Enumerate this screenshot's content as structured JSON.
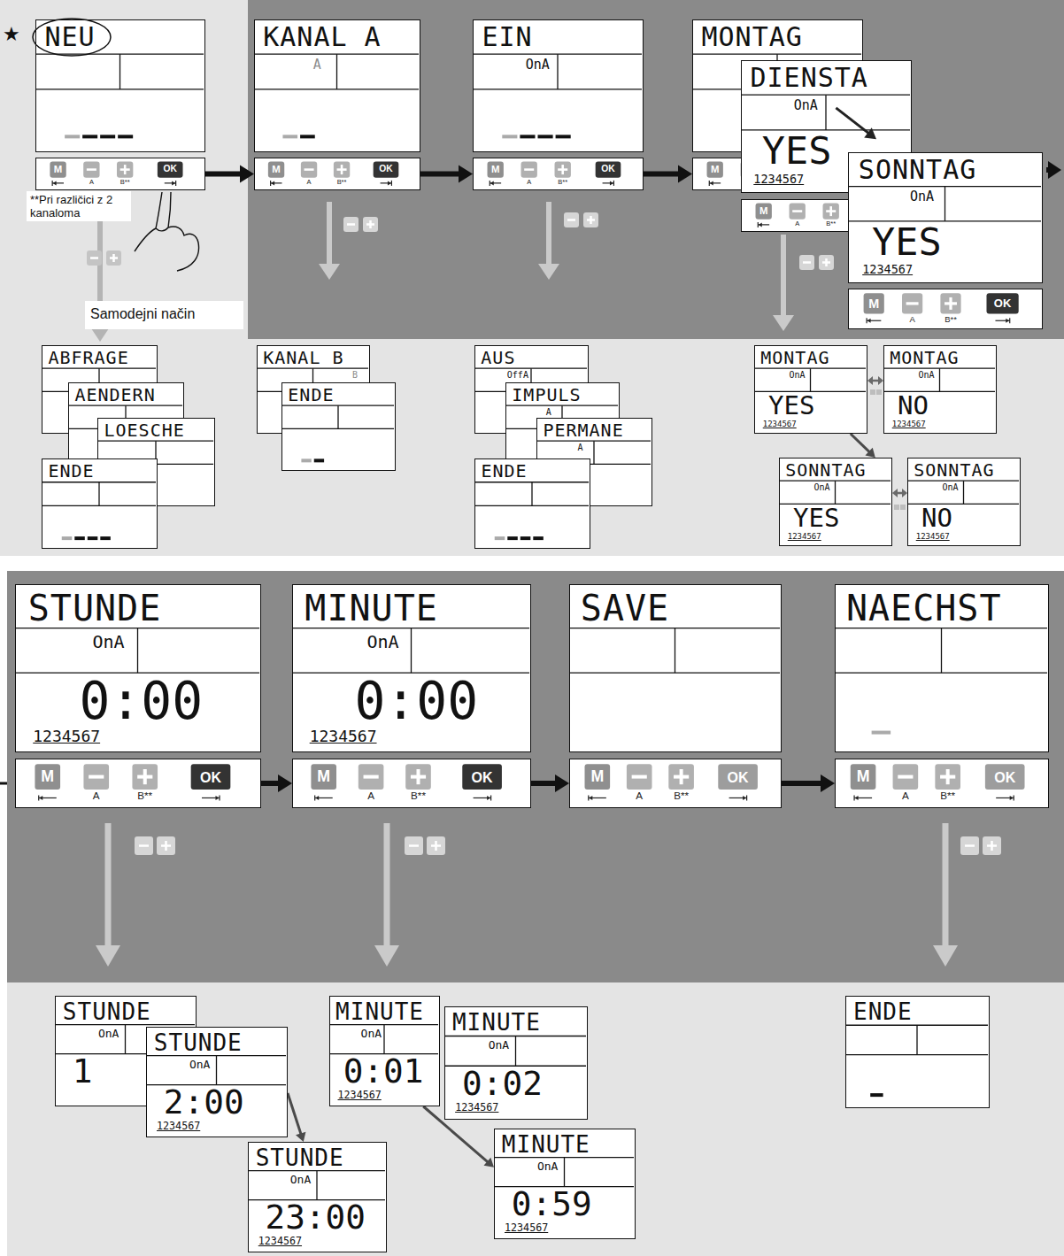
{
  "diagram": {
    "nodes": [
      {
        "text": [
          "NEU"
        ]
      },
      {
        "text": [
          "M",
          "OK",
          "A",
          "B**"
        ]
      },
      {
        "text": [
          "KANAL A",
          "A"
        ]
      },
      {
        "text": [
          "M",
          "OK",
          "A",
          "B**"
        ]
      },
      {
        "text": [
          "EIN",
          "OnA"
        ]
      },
      {
        "text": [
          "M",
          "OK",
          "A",
          "B**"
        ]
      },
      {
        "text": [
          "MONTAG"
        ]
      },
      {
        "text": [
          "M"
        ]
      },
      {
        "text": [
          "DIENSTA",
          "OnA",
          "YES",
          "1234567"
        ]
      },
      {
        "text": [
          "M",
          "A",
          "B**"
        ]
      },
      {
        "text": [
          "SONNTAG",
          "OnA",
          "YES",
          "1234567"
        ]
      },
      {
        "text": [
          "M",
          "OK",
          "A",
          "B**"
        ]
      },
      {
        "text": [
          "ABFRAGE"
        ]
      },
      {
        "text": [
          "AENDERN"
        ]
      },
      {
        "text": [
          "LOESCHE"
        ]
      },
      {
        "text": [
          "ENDE"
        ]
      },
      {
        "text": [
          "KANAL B",
          "B"
        ]
      },
      {
        "text": [
          "ENDE"
        ]
      },
      {
        "text": [
          "AUS",
          "OffA"
        ]
      },
      {
        "text": [
          "IMPULS",
          "A"
        ]
      },
      {
        "text": [
          "PERMANE",
          "A"
        ]
      },
      {
        "text": [
          "ENDE"
        ]
      },
      {
        "text": [
          "MONTAG",
          "OnA",
          "YES",
          "1234567"
        ]
      },
      {
        "text": [
          "MONTAG",
          "OnA",
          "NO",
          "1234567"
        ]
      },
      {
        "text": [
          "SONNTAG",
          "OnA",
          "YES",
          "1234567"
        ]
      },
      {
        "text": [
          "SONNTAG",
          "OnA",
          "NO",
          "1234567"
        ]
      },
      {
        "text": [
          "STUNDE",
          "OnA",
          "0:00",
          "1234567"
        ]
      },
      {
        "text": [
          "M",
          "OK",
          "A",
          "B**"
        ]
      },
      {
        "text": [
          "MINUTE",
          "OnA",
          "0:00",
          "1234567"
        ]
      },
      {
        "text": [
          "M",
          "OK",
          "A",
          "B**"
        ]
      },
      {
        "text": [
          "SAVE"
        ]
      },
      {
        "text": [
          "M",
          "OK",
          "A",
          "B**"
        ]
      },
      {
        "text": [
          "NAECHST"
        ]
      },
      {
        "text": [
          "M",
          "OK",
          "A",
          "B**"
        ]
      },
      {
        "text": [
          "STUNDE",
          "OnA",
          "1"
        ]
      },
      {
        "text": [
          "STUNDE",
          "OnA",
          "2:00",
          "1234567"
        ]
      },
      {
        "text": [
          "STUNDE",
          "OnA",
          "23:00",
          "1234567"
        ]
      },
      {
        "text": [
          "MINUTE",
          "OnA",
          "0:01",
          "1234567"
        ]
      },
      {
        "text": [
          "MINUTE",
          "OnA",
          "0:02",
          "1234567"
        ]
      },
      {
        "text": [
          "MINUTE",
          "OnA",
          "0:59",
          "1234567"
        ]
      },
      {
        "text": [
          "ENDE"
        ]
      }
    ],
    "edges": [
      {
        "from": 1,
        "to": 3,
        "arrow": "to"
      },
      {
        "from": 3,
        "to": 5,
        "arrow": "to"
      },
      {
        "from": 5,
        "to": 7,
        "arrow": "to"
      },
      {
        "from": 22,
        "to": 23,
        "arrow": "both"
      },
      {
        "from": 22,
        "to": 24,
        "arrow": "to"
      },
      {
        "from": 24,
        "to": 25,
        "arrow": "both"
      },
      {
        "from": 27,
        "to": 29,
        "arrow": "to"
      },
      {
        "from": 29,
        "to": 31,
        "arrow": "to"
      },
      {
        "from": 31,
        "to": 33,
        "arrow": "to"
      },
      {
        "from": 35,
        "to": 36,
        "arrow": "to"
      },
      {
        "from": 37,
        "to": 39,
        "arrow": "to"
      }
    ],
    "labels": [
      "★",
      "**Pri različici z 2 kanaloma",
      "Samodejni način"
    ]
  }
}
